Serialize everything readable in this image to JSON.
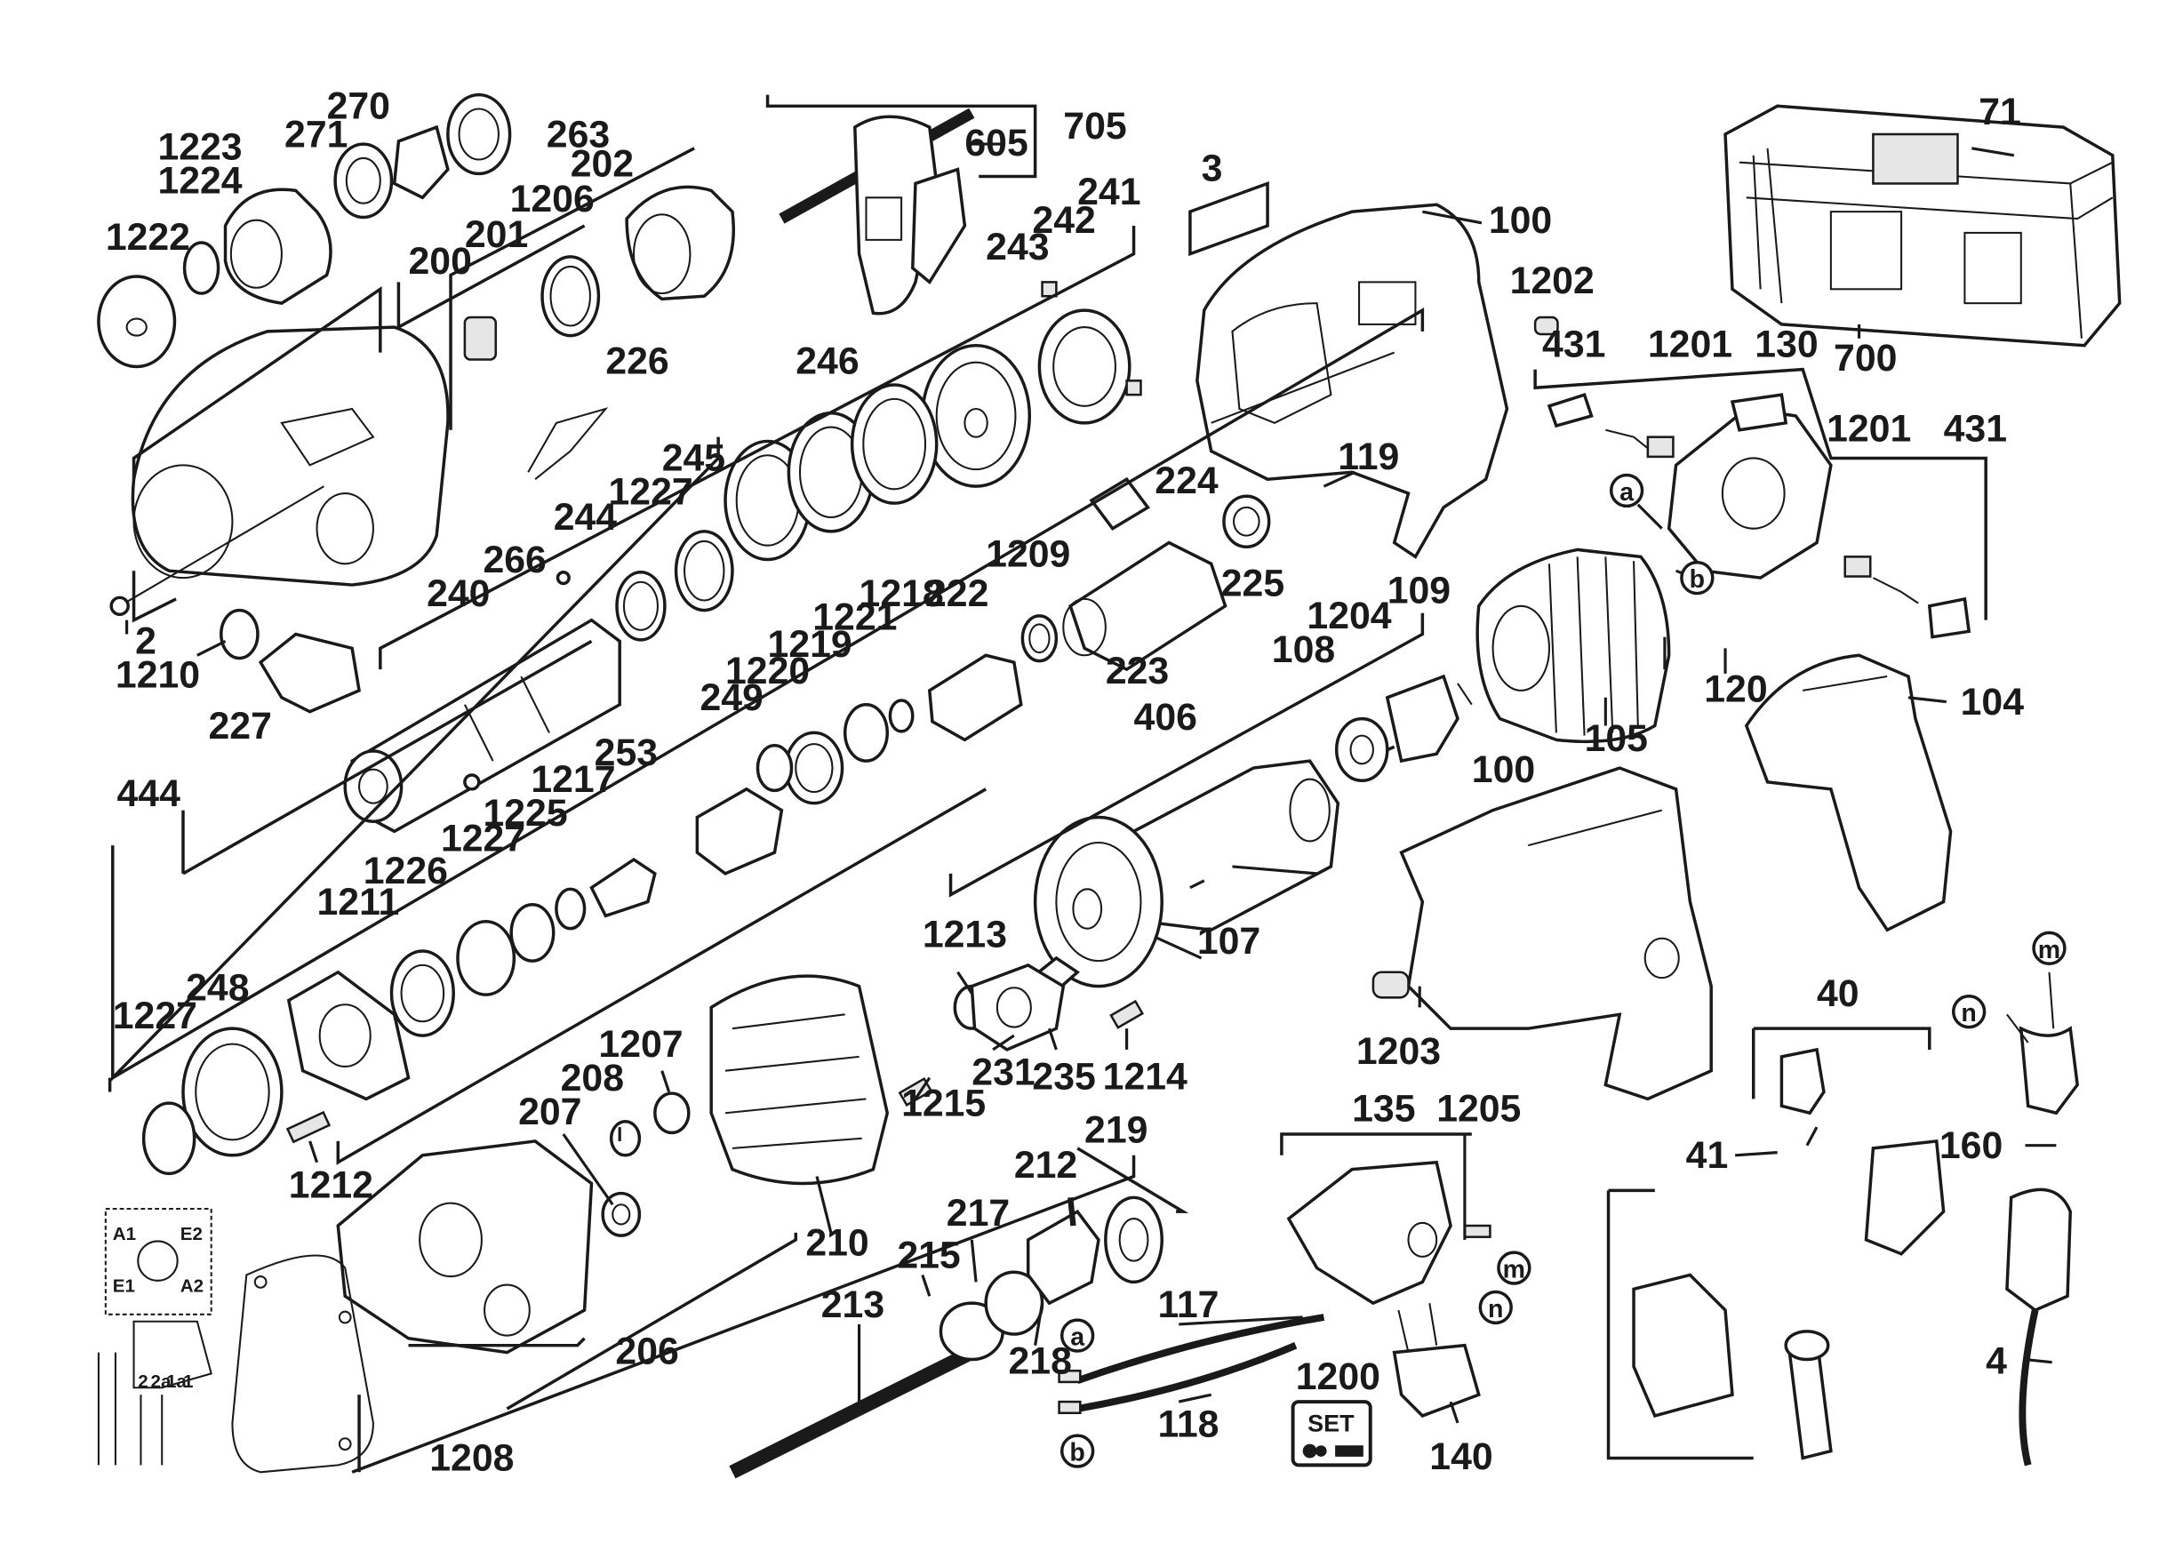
{
  "labels": {
    "l71": "71",
    "l700": "700",
    "l270": "270",
    "l263": "263",
    "l271": "271",
    "l1223": "1223",
    "l1224": "1224",
    "l202": "202",
    "l1206": "1206",
    "l201": "201",
    "l200": "200",
    "l1222": "1222",
    "l226": "226",
    "l705": "705",
    "l605": "605",
    "l241": "241",
    "l242": "242",
    "l243": "243",
    "l3": "3",
    "l100a": "100",
    "l1202": "1202",
    "l431a": "431",
    "l1201a": "1201",
    "l130": "130",
    "l1201b": "1201",
    "l431b": "431",
    "l246": "246",
    "l245": "245",
    "l1227a": "1227",
    "l244": "244",
    "l266": "266",
    "l240": "240",
    "l2": "2",
    "l1210": "1210",
    "l227": "227",
    "l224": "224",
    "l119": "119",
    "l225": "225",
    "l1209": "1209",
    "l222": "222",
    "l1218": "1218",
    "l1221": "1221",
    "l1219": "1219",
    "l1220": "1220",
    "l249": "249",
    "l223": "223",
    "l109": "109",
    "l1204": "1204",
    "l108": "108",
    "l105": "105",
    "l120": "120",
    "l104": "104",
    "l444": "444",
    "l253": "253",
    "l1217": "1217",
    "l1225": "1225",
    "l1227b": "1227",
    "l1226": "1226",
    "l1211": "1211",
    "l248": "248",
    "l1227c": "1227",
    "l406": "406",
    "l100b": "100",
    "l107": "107",
    "l1213": "1213",
    "l231": "231",
    "l235": "235",
    "l1214": "1214",
    "l1215": "1215",
    "l1203": "1203",
    "l1207": "1207",
    "l208": "208",
    "l207": "207",
    "l1212": "1212",
    "l210": "210",
    "l219": "219",
    "l212": "212",
    "l217": "217",
    "l215": "215",
    "l213": "213",
    "l218": "218",
    "l206": "206",
    "l1208": "1208",
    "l117": "117",
    "l118": "118",
    "l135": "135",
    "l1205": "1205",
    "l1200": "1200",
    "l140": "140",
    "l40": "40",
    "l41": "41",
    "l160": "160",
    "l4": "4"
  },
  "callouts": {
    "a1": "a",
    "b1": "b",
    "a2": "a",
    "b2": "b",
    "m1": "m",
    "n1": "n",
    "m2": "m",
    "n2": "n"
  },
  "set_badge": "SET",
  "wiring": {
    "a1": "A1",
    "e2": "E2",
    "e1": "E1",
    "a2": "A2",
    "t2": "2",
    "t2a": "2a",
    "t1a": "1a",
    "t1": "1"
  }
}
